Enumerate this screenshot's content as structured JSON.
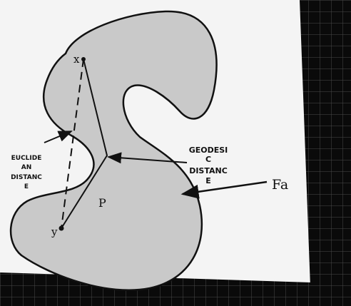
{
  "colors": {
    "paper": "#f4f4f4",
    "shape_fill": "#c9c9c9",
    "outline": "#111111",
    "grid_background": "#0a0a0a",
    "grid_lines": "#4a4a4a"
  },
  "points": {
    "x": "x",
    "y": "y",
    "p": "P"
  },
  "labels": {
    "euclidean": [
      "EUCLIDE",
      "AN",
      "DISTANC",
      "E"
    ],
    "geodesic": [
      "GEODESI",
      "C",
      "DISTANC",
      "E"
    ],
    "region": "Fa"
  },
  "icons": {
    "euclidean_pointer": "arrow-icon",
    "geodesic_pointer": "arrow-icon",
    "region_pointer": "arrow-icon"
  }
}
